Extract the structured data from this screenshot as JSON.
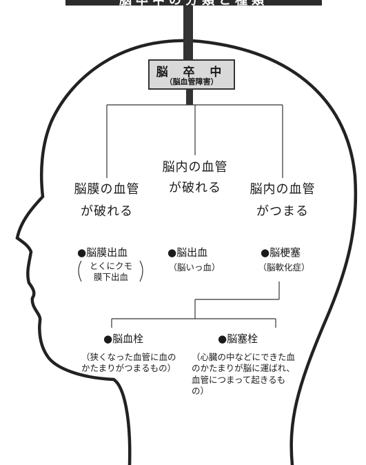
{
  "header": {
    "title": "脳卒中の分類と種類"
  },
  "root": {
    "title": "脳 卒 中",
    "subtitle": "（脳血管障害）"
  },
  "branches": [
    {
      "label_line1": "脳膜の血管",
      "label_line2": "が破れる",
      "item": "●脳膜出血",
      "note_line1": "とくにクモ",
      "note_line2": "膜下出血"
    },
    {
      "label_line1": "脳内の血管",
      "label_line2": "が破れる",
      "item": "●脳出血",
      "note_line1": "（脳いっ血）"
    },
    {
      "label_line1": "脳内の血管",
      "label_line2": "がつまる",
      "item": "●脳梗塞",
      "note_line1": "（脳軟化症）"
    }
  ],
  "sub_branches": [
    {
      "item": "●脳血栓",
      "note": "（狭くなった血管に血のかたまりがつまるもの）"
    },
    {
      "item": "●脳塞栓",
      "note": "（心臓の中などにできた血のかたまりが脳に運ばれ、血管につまって起きるもの）"
    }
  ]
}
